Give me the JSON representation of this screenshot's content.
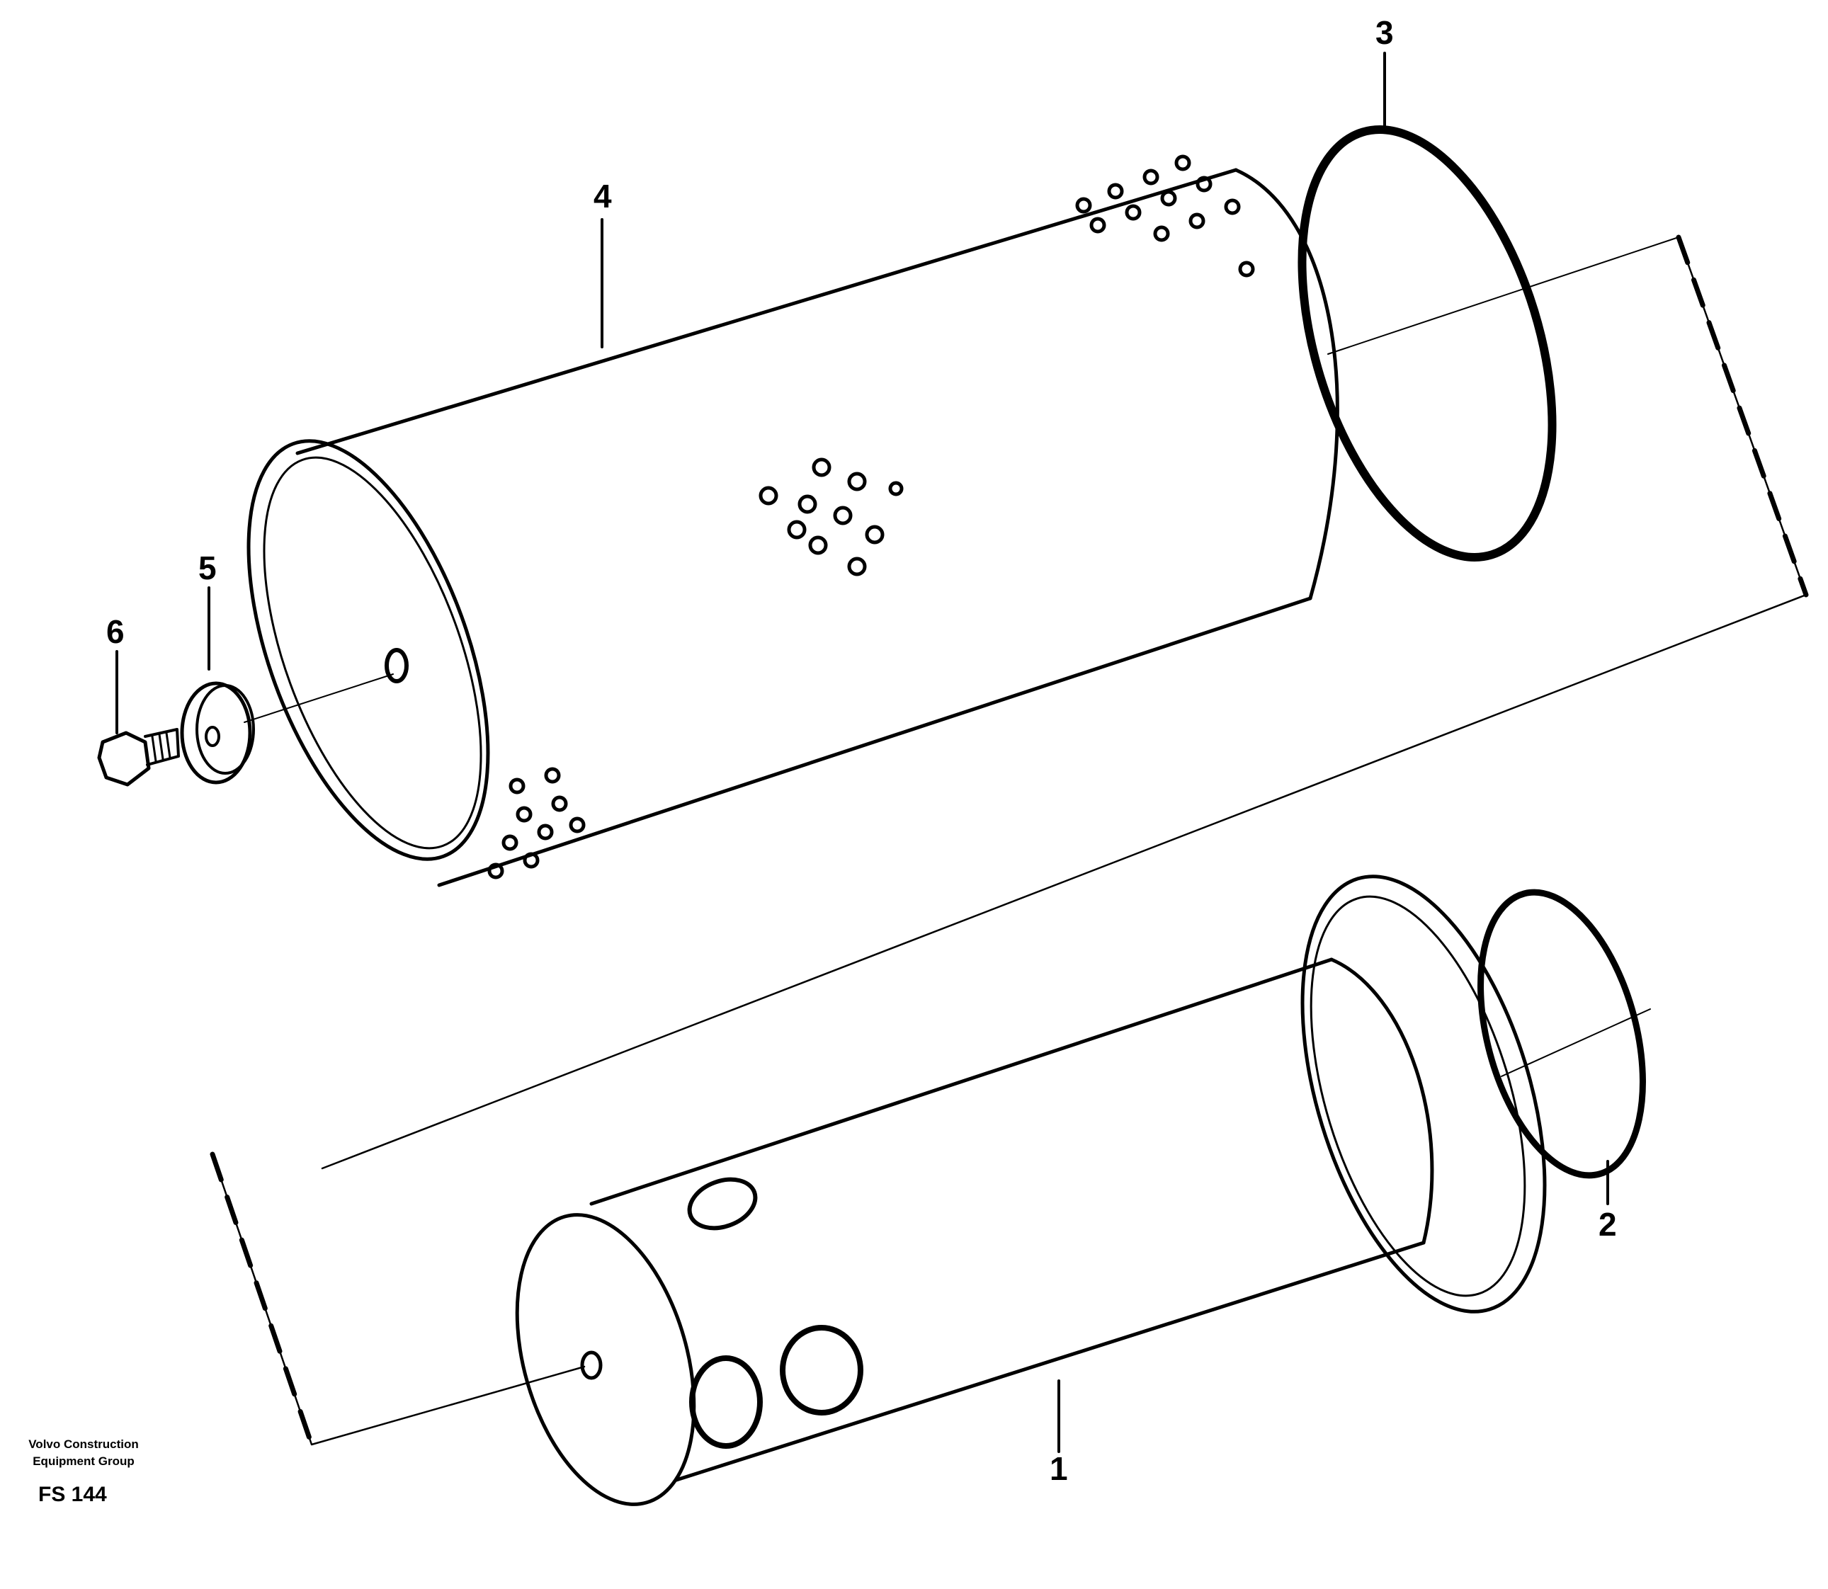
{
  "diagram": {
    "callouts": [
      "1",
      "2",
      "3",
      "4",
      "5",
      "6"
    ],
    "parts": [
      {
        "id": "1",
        "part": "shaft"
      },
      {
        "id": "2",
        "part": "retaining-ring"
      },
      {
        "id": "3",
        "part": "o-ring"
      },
      {
        "id": "4",
        "part": "filter-sleeve"
      },
      {
        "id": "5",
        "part": "washer"
      },
      {
        "id": "6",
        "part": "screw"
      }
    ]
  },
  "credit": {
    "line1": "Volvo Construction",
    "line2": "Equipment Group"
  },
  "figure_code": "FS 144",
  "colors": {
    "ink": "#000000",
    "paper": "#ffffff"
  }
}
